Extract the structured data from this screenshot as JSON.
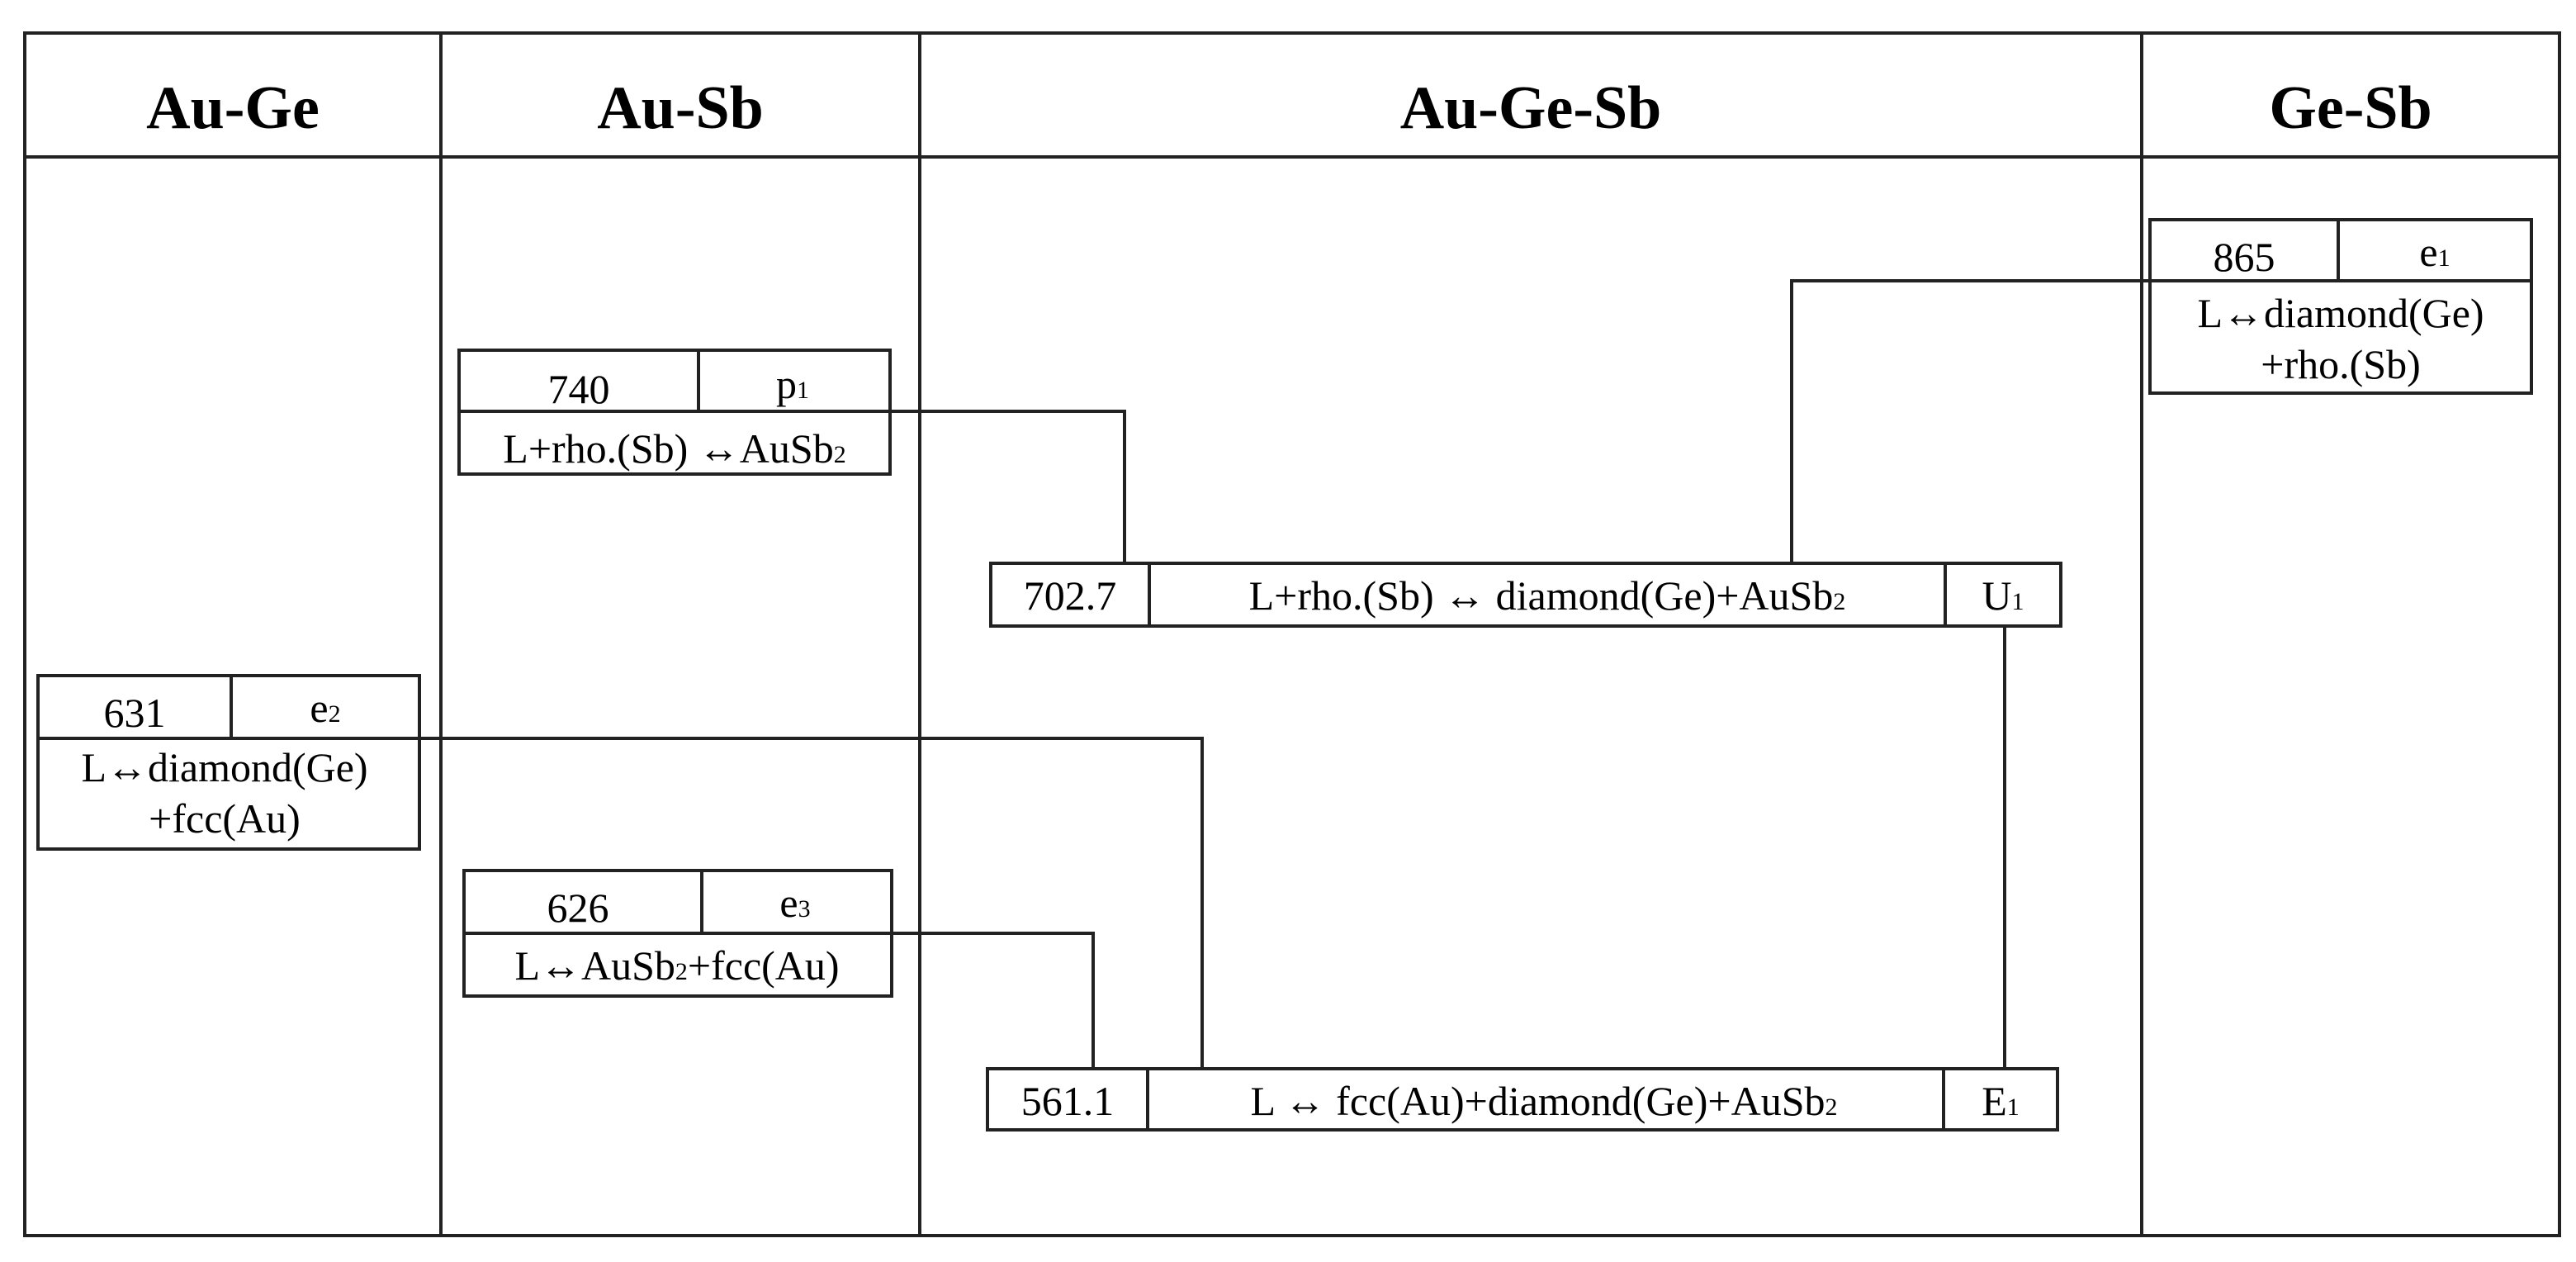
{
  "systems": {
    "au_ge": "Au-Ge",
    "au_sb": "Au-Sb",
    "au_ge_sb": "Au-Ge-Sb",
    "ge_sb": "Ge-Sb"
  },
  "reactions": {
    "e1": {
      "temperature": "865",
      "label_letter": "e",
      "label_index": "1",
      "lines": [
        "L↔diamond(Ge)",
        "+rho.(Sb)"
      ]
    },
    "p1": {
      "temperature": "740",
      "label_letter": "p",
      "label_index": "1",
      "reaction_main": "L+rho.(Sb) ↔AuSb",
      "reaction_sub": "2"
    },
    "e2": {
      "temperature": "631",
      "label_letter": "e",
      "label_index": "2",
      "lines": [
        "L↔diamond(Ge)",
        "+fcc(Au)"
      ]
    },
    "e3": {
      "temperature": "626",
      "label_letter": "e",
      "label_index": "3",
      "reaction_pre": "L↔AuSb",
      "reaction_sub": "2",
      "reaction_post": "+fcc(Au)"
    },
    "u1": {
      "temperature": "702.7",
      "reaction_main": "L+rho.(Sb) ↔ diamond(Ge)+AuSb",
      "reaction_sub": "2",
      "label_letter": "U",
      "label_index": "1"
    },
    "e1_ternary": {
      "temperature": "561.1",
      "reaction_main": "L ↔  fcc(Au)+diamond(Ge)+AuSb",
      "reaction_sub": "2",
      "label_letter": "E",
      "label_index": "1"
    }
  }
}
